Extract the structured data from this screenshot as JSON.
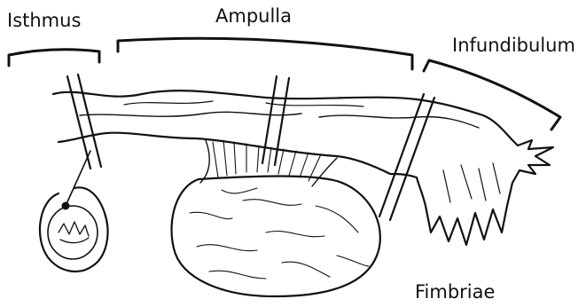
{
  "labels": {
    "isthmus": "Isthmus",
    "ampulla": "Ampulla",
    "infundibulum": "Infundibulum",
    "fimbriae": "Fimbriae"
  },
  "colors": {
    "ink": "#111111",
    "paper": "#ffffff"
  }
}
